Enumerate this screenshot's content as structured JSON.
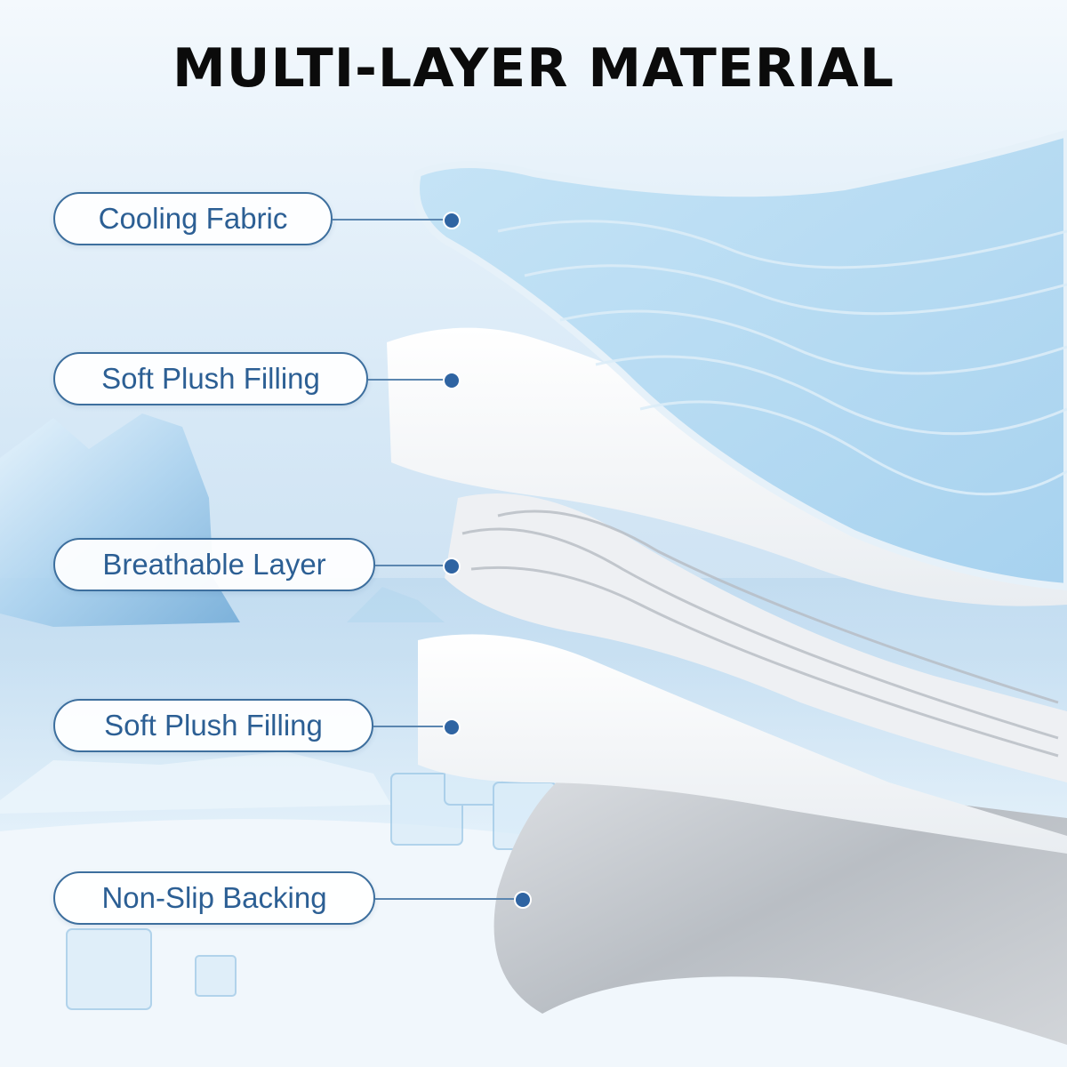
{
  "title": "MULTI-LAYER MATERIAL",
  "layers": [
    {
      "label": "Cooling Fabric"
    },
    {
      "label": "Soft Plush Filling"
    },
    {
      "label": "Breathable Layer"
    },
    {
      "label": "Soft Plush Filling"
    },
    {
      "label": "Non-Slip Backing"
    }
  ],
  "colors": {
    "accent": "#2c5f94",
    "dot": "#2f64a2",
    "title": "#0b0b0b",
    "cooling_fabric": "#b4daf2",
    "backing": "#c9ccd0"
  }
}
